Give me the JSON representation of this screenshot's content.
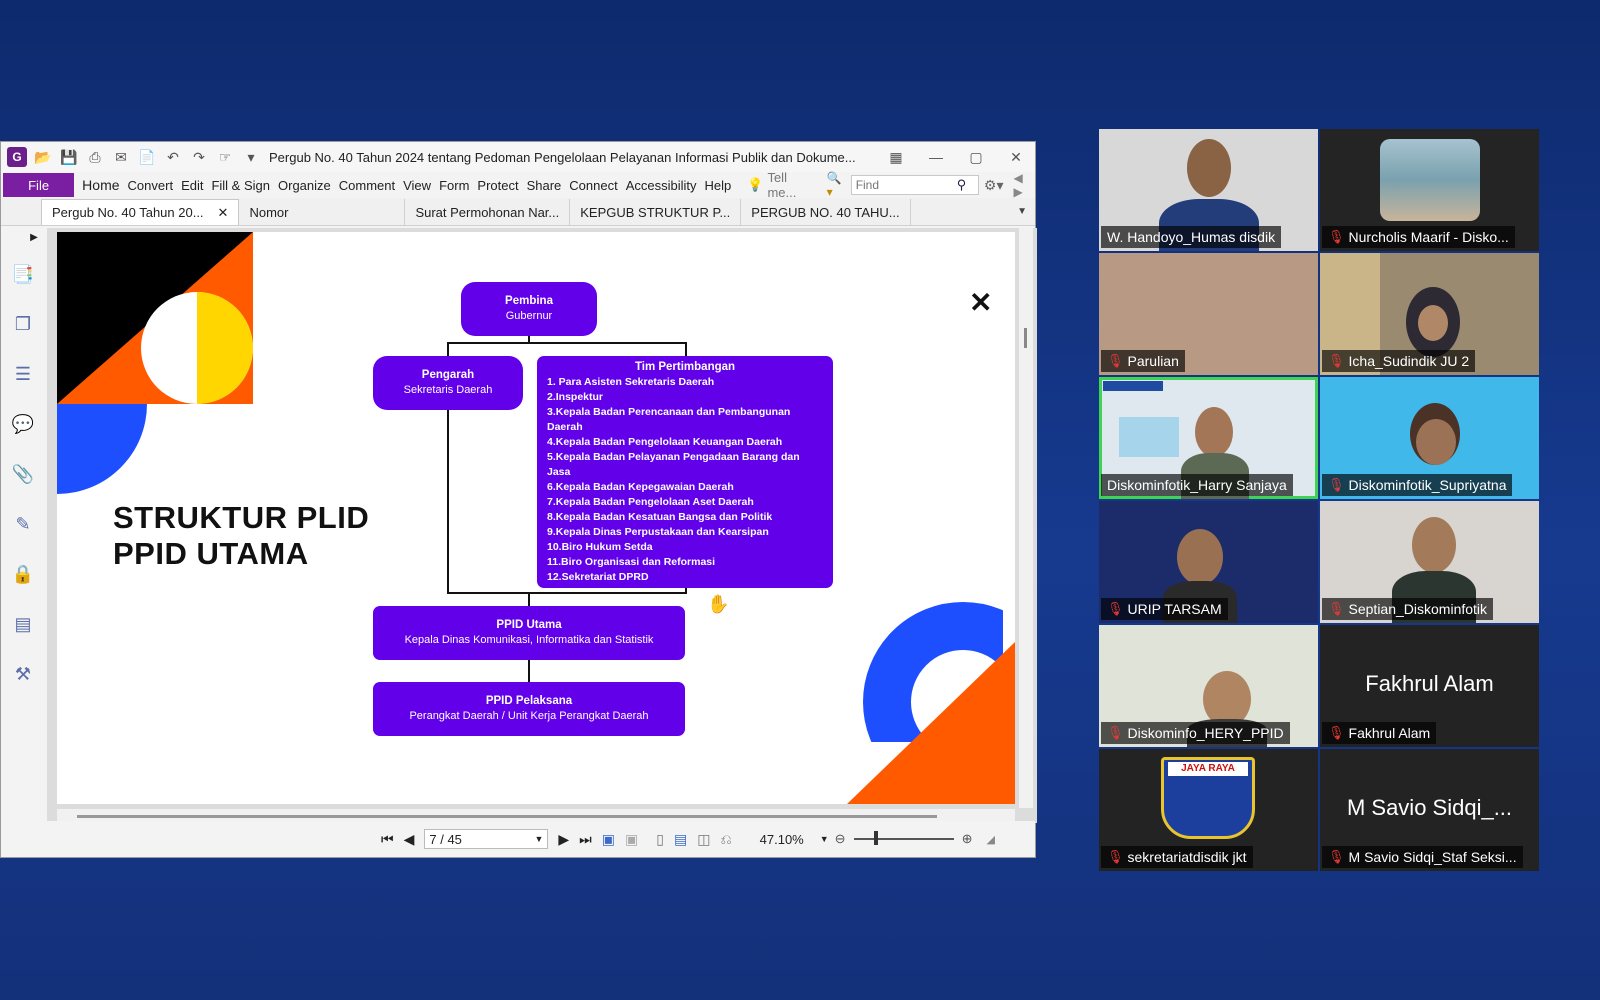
{
  "pdf": {
    "window_title": "Pergub No. 40 Tahun 2024 tentang Pedoman Pengelolaan Pelayanan Informasi Publik dan Dokume...",
    "menu": {
      "file": "File",
      "items": [
        "Home",
        "Convert",
        "Edit",
        "Fill & Sign",
        "Organize",
        "Comment",
        "View",
        "Form",
        "Protect",
        "Share",
        "Connect",
        "Accessibility",
        "Help"
      ],
      "tell_me": "Tell me...",
      "find_placeholder": "Find"
    },
    "tabs": [
      {
        "label": "Pergub No. 40 Tahun 20...",
        "active": true
      },
      {
        "label": "Nomor",
        "active": false
      },
      {
        "label": "Surat Permohonan Nar...",
        "active": false
      },
      {
        "label": "KEPGUB STRUKTUR P...",
        "active": false
      },
      {
        "label": "PERGUB NO. 40 TAHU...",
        "active": false
      }
    ],
    "status": {
      "page": "7 / 45",
      "zoom": "47.10%"
    },
    "slide": {
      "title_line1": "STRUKTUR PLID",
      "title_line2": "PPID UTAMA",
      "pembina": {
        "title": "Pembina",
        "sub": "Gubernur"
      },
      "pengarah": {
        "title": "Pengarah",
        "sub": "Sekretaris Daerah"
      },
      "tim": {
        "title": "Tim Pertimbangan",
        "items": [
          "1. Para Asisten Sekretaris Daerah",
          "2.Inspektur",
          "3.Kepala Badan Perencanaan dan Pembangunan Daerah",
          "4.Kepala Badan Pengelolaan Keuangan Daerah",
          "5.Kepala Badan Pelayanan Pengadaan Barang dan Jasa",
          "6.Kepala Badan Kepegawaian Daerah",
          "7.Kepala Badan Pengelolaan Aset Daerah",
          "8.Kepala Badan Kesatuan Bangsa dan Politik",
          "9.Kepala Dinas Perpustakaan dan Kearsipan",
          "10.Biro Hukum Setda",
          "11.Biro Organisasi dan Reformasi",
          "12.Sekretariat DPRD"
        ]
      },
      "ppid_utama": {
        "title": "PPID Utama",
        "sub": "Kepala Dinas Komunikasi, Informatika dan Statistik"
      },
      "ppid_pelaksana": {
        "title": "PPID Pelaksana",
        "sub": "Perangkat Daerah / Unit Kerja Perangkat Daerah"
      }
    }
  },
  "participants": [
    {
      "name": "W. Handoyo_Humas disdik",
      "muted": false
    },
    {
      "name": "Nurcholis Maarif - Disko...",
      "muted": true
    },
    {
      "name": "Parulian",
      "muted": true
    },
    {
      "name": "Icha_Sudindik JU 2",
      "muted": true
    },
    {
      "name": "Diskominfotik_Harry Sanjaya",
      "muted": false,
      "speaking": true
    },
    {
      "name": "Diskominfotik_Supriyatna",
      "muted": true
    },
    {
      "name": "URIP TARSAM",
      "muted": true
    },
    {
      "name": "Septian_Diskominfotik",
      "muted": true
    },
    {
      "name": "Diskominfo_HERY_PPID",
      "muted": true
    },
    {
      "name": "Fakhrul Alam",
      "muted": true,
      "display": "Fakhrul Alam"
    },
    {
      "name": "sekretariatdisdik jkt",
      "muted": true,
      "logo_text": "JAYA RAYA"
    },
    {
      "name": "M Savio Sidqi_Staf Seksi...",
      "muted": true,
      "display": "M Savio Sidqi_..."
    }
  ],
  "colors": {
    "accent_purple": "#6200ea",
    "file_purple": "#7b1fa2",
    "speaking_green": "#3ed353",
    "mute_red": "#e53935"
  }
}
